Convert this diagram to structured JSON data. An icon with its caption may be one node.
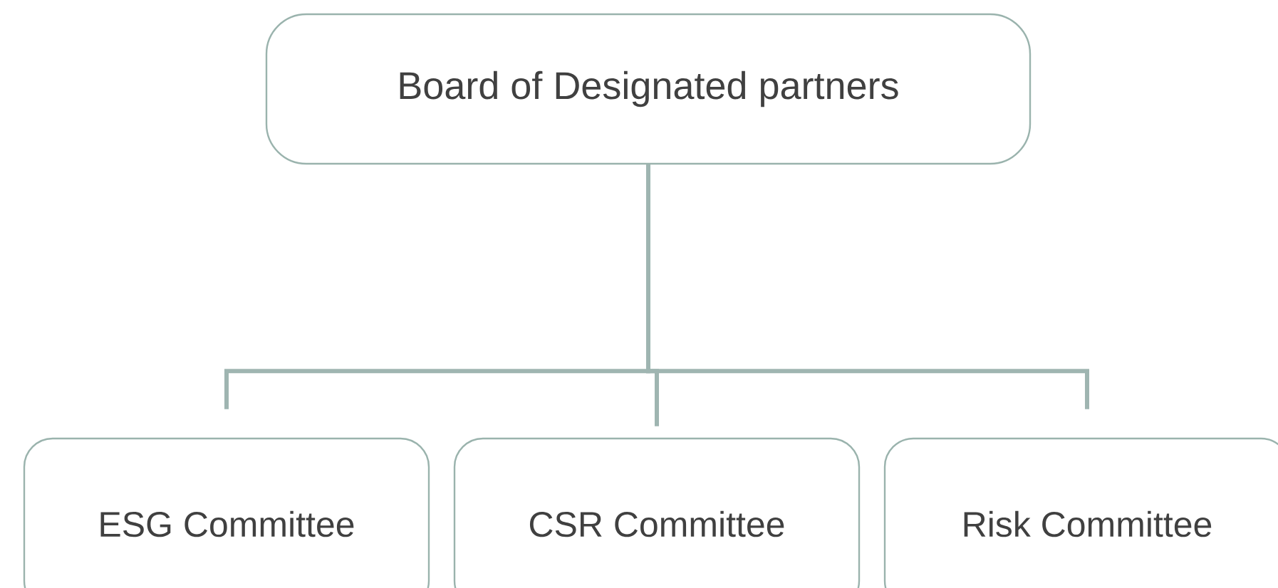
{
  "diagram": {
    "nodes": [
      {
        "text": [
          "Board of Designated partners"
        ]
      },
      {
        "text": [
          "ESG Committee"
        ]
      },
      {
        "text": [
          "CSR Committee"
        ]
      },
      {
        "text": [
          "Risk Committee"
        ]
      }
    ],
    "edges": [
      {
        "from": 0,
        "to": 1,
        "arrow": "none"
      },
      {
        "from": 0,
        "to": 2,
        "arrow": "none"
      },
      {
        "from": 0,
        "to": 3,
        "arrow": "none"
      }
    ]
  }
}
